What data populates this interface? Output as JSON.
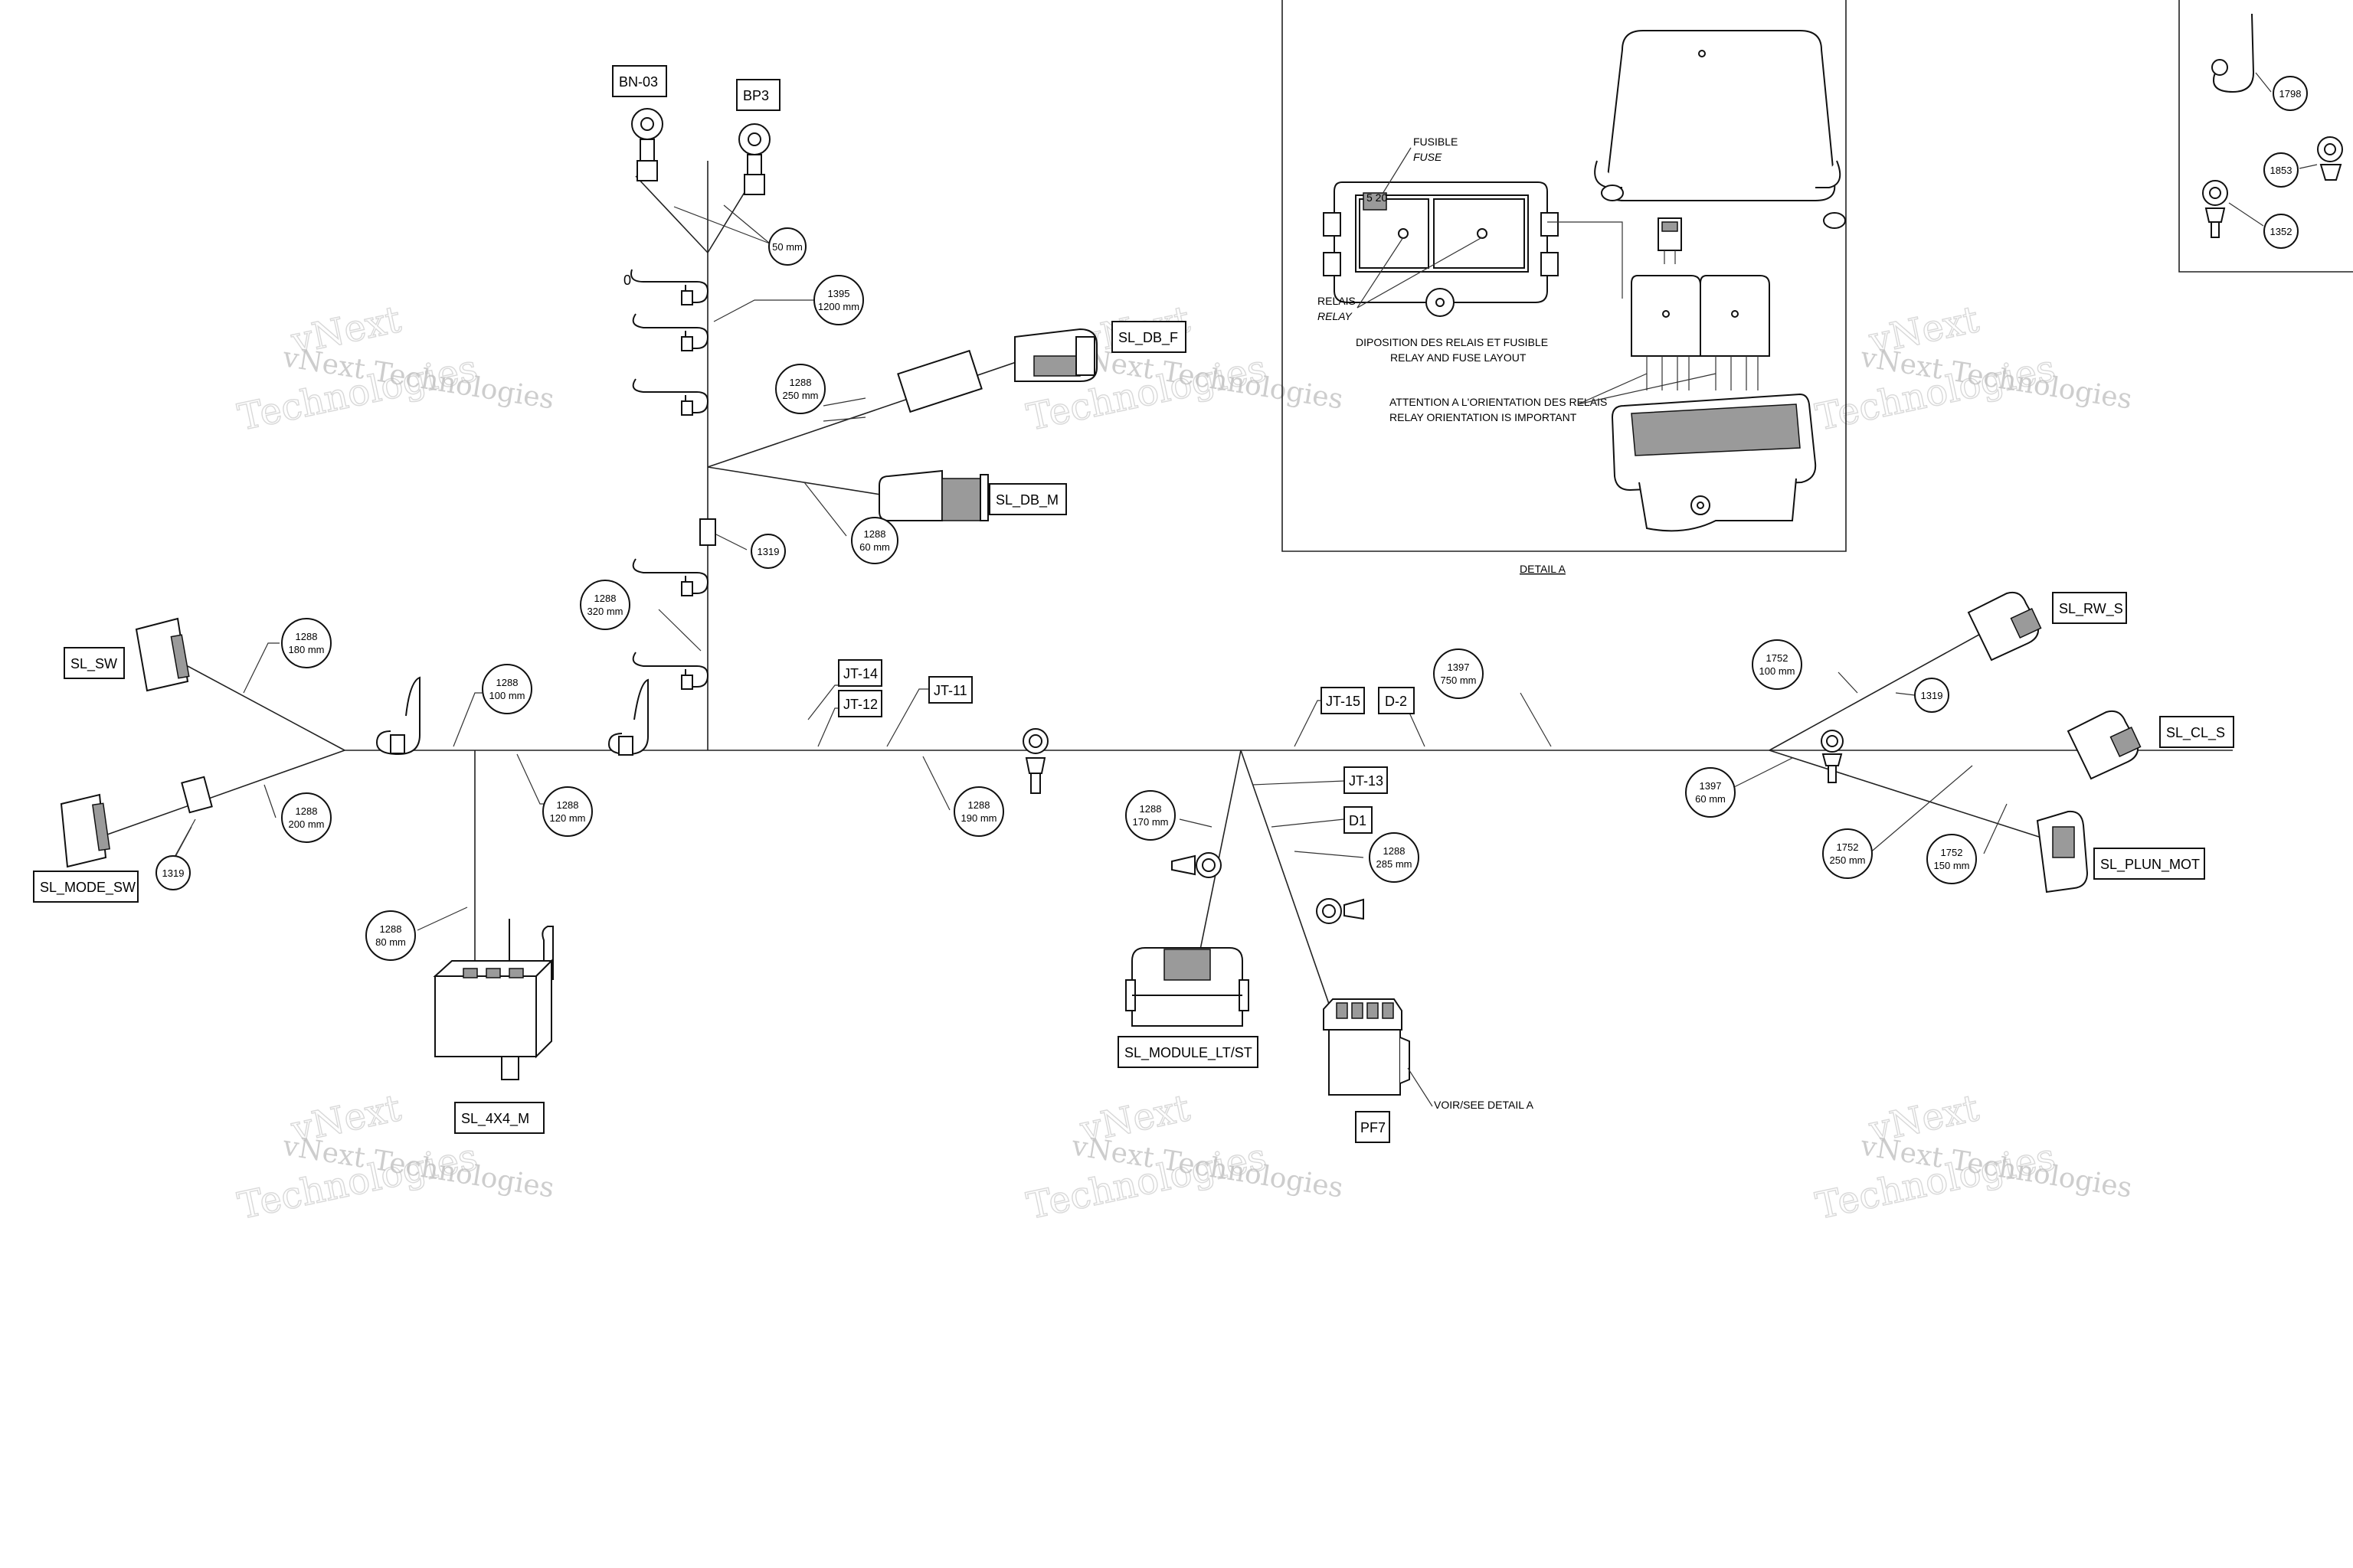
{
  "connectors": {
    "bn03": "BN-03",
    "bp3": "BP3",
    "sl_db_f": "SL_DB_F",
    "sl_db_m": "SL_DB_M",
    "sl_sw": "SL_SW",
    "sl_mode_sw": "SL_MODE_SW",
    "sl_4x4_m": "SL_4X4_M",
    "sl_module": "SL_MODULE_LT/ST",
    "pf7": "PF7",
    "sl_rw_s": "SL_RW_S",
    "sl_cl_s": "SL_CL_S",
    "sl_plun_mot": "SL_PLUN_MOT"
  },
  "junctions": {
    "jt14": "JT-14",
    "jt12": "JT-12",
    "jt11": "JT-11",
    "jt15": "JT-15",
    "d2": "D-2",
    "jt13": "JT-13",
    "d1": "D1"
  },
  "bubbles": {
    "b_50mm": [
      "50 mm"
    ],
    "b_1395": [
      "1395",
      "1200 mm"
    ],
    "b_1288_250": [
      "1288",
      "250 mm"
    ],
    "b_1288_60": [
      "1288",
      "60 mm"
    ],
    "b_1319_top": [
      "1319"
    ],
    "b_1288_320": [
      "1288",
      "320 mm"
    ],
    "b_1288_180": [
      "1288",
      "180 mm"
    ],
    "b_1288_100": [
      "1288",
      "100 mm"
    ],
    "b_1288_120": [
      "1288",
      "120 mm"
    ],
    "b_1288_200": [
      "1288",
      "200 mm"
    ],
    "b_1319_left": [
      "1319"
    ],
    "b_1288_80": [
      "1288",
      "80 mm"
    ],
    "b_1288_190": [
      "1288",
      "190 mm"
    ],
    "b_1288_170": [
      "1288",
      "170 mm"
    ],
    "b_1288_285": [
      "1288",
      "285 mm"
    ],
    "b_1397_750": [
      "1397",
      "750 mm"
    ],
    "b_1752_100": [
      "1752",
      "100 mm"
    ],
    "b_1319_right": [
      "1319"
    ],
    "b_1397_60": [
      "1397",
      "60 mm"
    ],
    "b_1752_250": [
      "1752",
      "250 mm"
    ],
    "b_1752_150": [
      "1752",
      "150 mm"
    ],
    "b_1798": [
      "1798"
    ],
    "b_1853": [
      "1853"
    ],
    "b_1352": [
      "1352"
    ]
  },
  "misc": {
    "zero": "0",
    "see_detail": "VOIR/SEE DETAIL A"
  },
  "detail_a": {
    "title": "DETAIL A",
    "fuse_fr": "FUSIBLE",
    "fuse_en": "FUSE",
    "fuse_value": "5 20",
    "relay_fr": "RELAIS",
    "relay_en": "RELAY",
    "layout_fr": "DIPOSITION DES RELAIS ET FUSIBLE",
    "layout_en": "RELAY AND FUSE LAYOUT",
    "attention_fr": "ATTENTION A L'ORIENTATION DES RELAIS",
    "attention_en": "RELAY ORIENTATION IS IMPORTANT"
  },
  "watermark": {
    "line1": "vNext Technologies",
    "line2": "vNext",
    "line3": "Technologies"
  }
}
